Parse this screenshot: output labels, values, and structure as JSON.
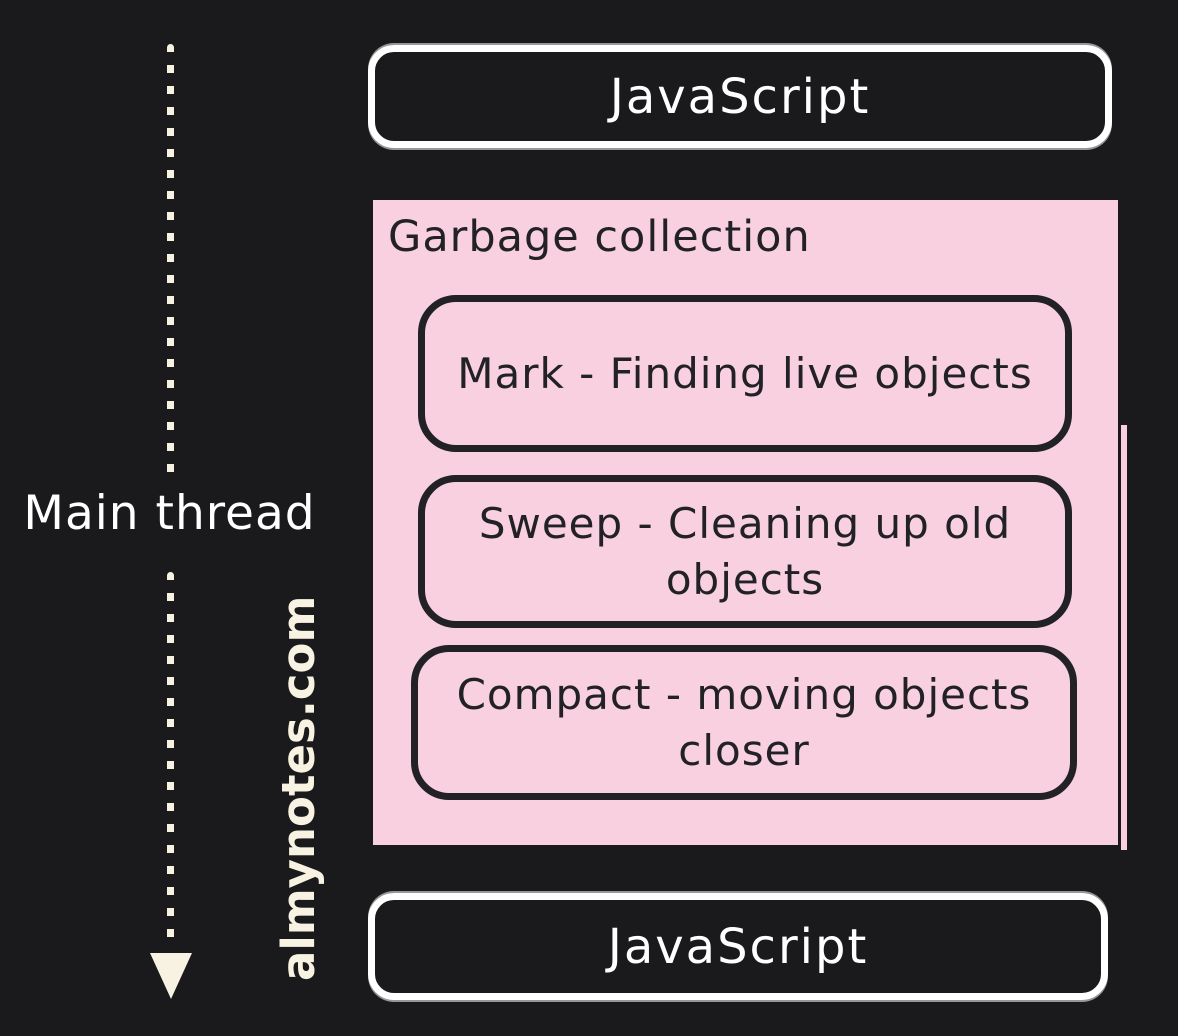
{
  "colors": {
    "background": "#1a1a1c",
    "panel_pink": "#f8d0df",
    "dark_stroke": "#212126",
    "white": "#ffffff",
    "cream": "#f8f2e2"
  },
  "top_box": {
    "label": "JavaScript"
  },
  "bottom_box": {
    "label": "JavaScript"
  },
  "main_thread": {
    "label": "Main thread"
  },
  "watermark": {
    "label": "almynotes.com"
  },
  "gc_panel": {
    "title": "Garbage collection",
    "steps": [
      {
        "label": "Mark - Finding live objects"
      },
      {
        "label": "Sweep - Cleaning up old objects"
      },
      {
        "label": "Compact - moving objects closer"
      }
    ]
  }
}
